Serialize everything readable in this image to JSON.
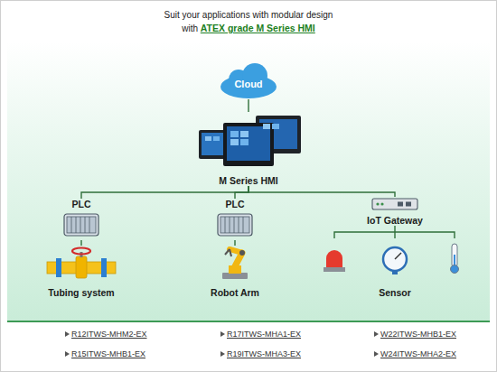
{
  "diagram": {
    "title": "Suit your applications with modular design",
    "nodes": [
      {
        "text": [
          "Cloud"
        ]
      },
      {
        "text": [
          "M Series HMI"
        ]
      },
      {
        "text": [
          "PLC"
        ]
      },
      {
        "text": [
          "PLC"
        ]
      },
      {
        "text": [
          "IoT Gateway"
        ]
      },
      {
        "text": [
          "Tubing system"
        ]
      },
      {
        "text": [
          "Robot Arm"
        ]
      },
      {
        "text": [
          "Sensor"
        ]
      }
    ],
    "edges": [
      {
        "from": 0,
        "to": 1,
        "arrow": "none"
      },
      {
        "from": 1,
        "to": 2,
        "arrow": "none"
      },
      {
        "from": 1,
        "to": 3,
        "arrow": "none"
      },
      {
        "from": 1,
        "to": 4,
        "arrow": "none"
      },
      {
        "from": 2,
        "to": 5,
        "arrow": "none"
      },
      {
        "from": 3,
        "to": 6,
        "arrow": "none"
      },
      {
        "from": 4,
        "to": 7,
        "arrow": "none"
      }
    ],
    "labels": [
      "with",
      "ATEX grade M Series HMI",
      "R12ITWS-MHM2-EX",
      "R17ITWS-MHA1-EX",
      "W22ITWS-MHB1-EX",
      "R15ITWS-MHB1-EX",
      "R19ITWS-MHA3-EX",
      "W24ITWS-MHA2-EX"
    ]
  }
}
